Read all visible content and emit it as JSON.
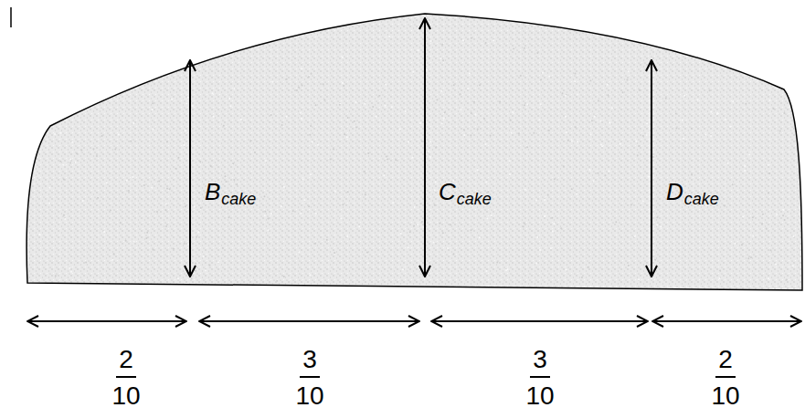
{
  "diagram": {
    "labels": [
      "B",
      "cake",
      "C",
      "cake",
      "D",
      "cake",
      "2",
      "10",
      "3",
      "10",
      "3",
      "10",
      "2",
      "10"
    ]
  }
}
